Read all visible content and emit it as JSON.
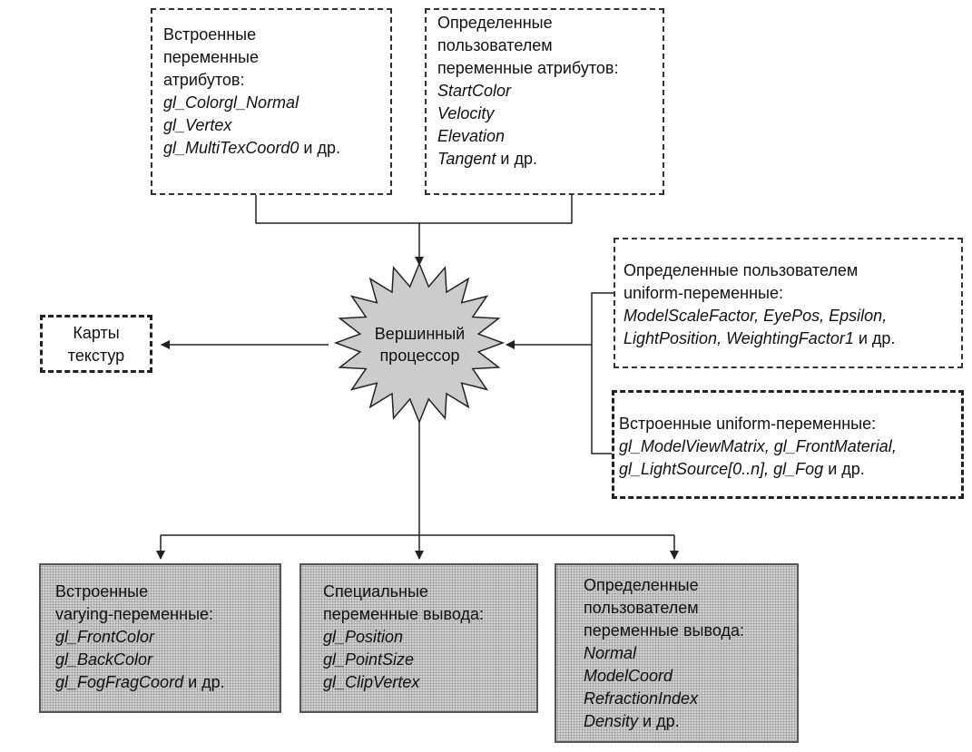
{
  "builtin_attributes": {
    "lines": [
      "Встроенные",
      "переменные",
      "атрибутов:"
    ],
    "items": [
      {
        "name": "gl_Colorgl_Normal"
      },
      {
        "name": "gl_Vertex"
      },
      {
        "name": "gl_MultiTexCoord0",
        "suffix": " и др."
      }
    ]
  },
  "user_attributes": {
    "lines": [
      "Определенные",
      "пользователем",
      "переменные атрибутов:"
    ],
    "items": [
      {
        "name": "StartColor"
      },
      {
        "name": "Velocity"
      },
      {
        "name": "Elevation"
      },
      {
        "name": "Tangent",
        "suffix": " и др."
      }
    ]
  },
  "user_uniforms": {
    "lines": [
      "Определенные пользователем",
      "uniform-переменные:"
    ],
    "row1": {
      "a": "ModelScaleFactor",
      "b": "EyePos",
      "c": "Epsilon"
    },
    "row2": {
      "a": "LightPosition",
      "b": "WeightingFactor1",
      "suffix": " и др."
    }
  },
  "builtin_uniforms": {
    "line": "Встроенные uniform-переменные:",
    "row1": {
      "a": "gl_ModelViewMatrix",
      "b": "gl_FrontMaterial"
    },
    "row2": {
      "a": "gl_LightSource[0..n]",
      "b": "gl_Fog",
      "suffix": " и др."
    }
  },
  "texture_maps": {
    "lines": [
      "Карты",
      "текстур"
    ]
  },
  "vertex_processor": {
    "lines": [
      "Вершинный",
      "процессор"
    ]
  },
  "builtin_varying": {
    "lines": [
      "Встроенные",
      "varying-переменные:"
    ],
    "items": [
      {
        "name": "gl_FrontColor"
      },
      {
        "name": "gl_BackColor"
      },
      {
        "name": "gl_FogFragCoord",
        "suffix": " и др."
      }
    ]
  },
  "special_output": {
    "lines": [
      "Специальные",
      "переменные вывода:"
    ],
    "items": [
      {
        "name": "gl_Position"
      },
      {
        "name": "gl_PointSize"
      },
      {
        "name": "gl_ClipVertex"
      }
    ]
  },
  "user_output": {
    "lines": [
      "Определенные",
      "пользователем",
      "переменные вывода:"
    ],
    "items": [
      {
        "name": "Normal"
      },
      {
        "name": "ModelCoord"
      },
      {
        "name": "RefractionIndex"
      },
      {
        "name": "Density",
        "suffix": " и др."
      }
    ]
  },
  "colors": {
    "line": "#222222",
    "shaded": "#cfcfcf",
    "star_fill": "#cccccc"
  }
}
